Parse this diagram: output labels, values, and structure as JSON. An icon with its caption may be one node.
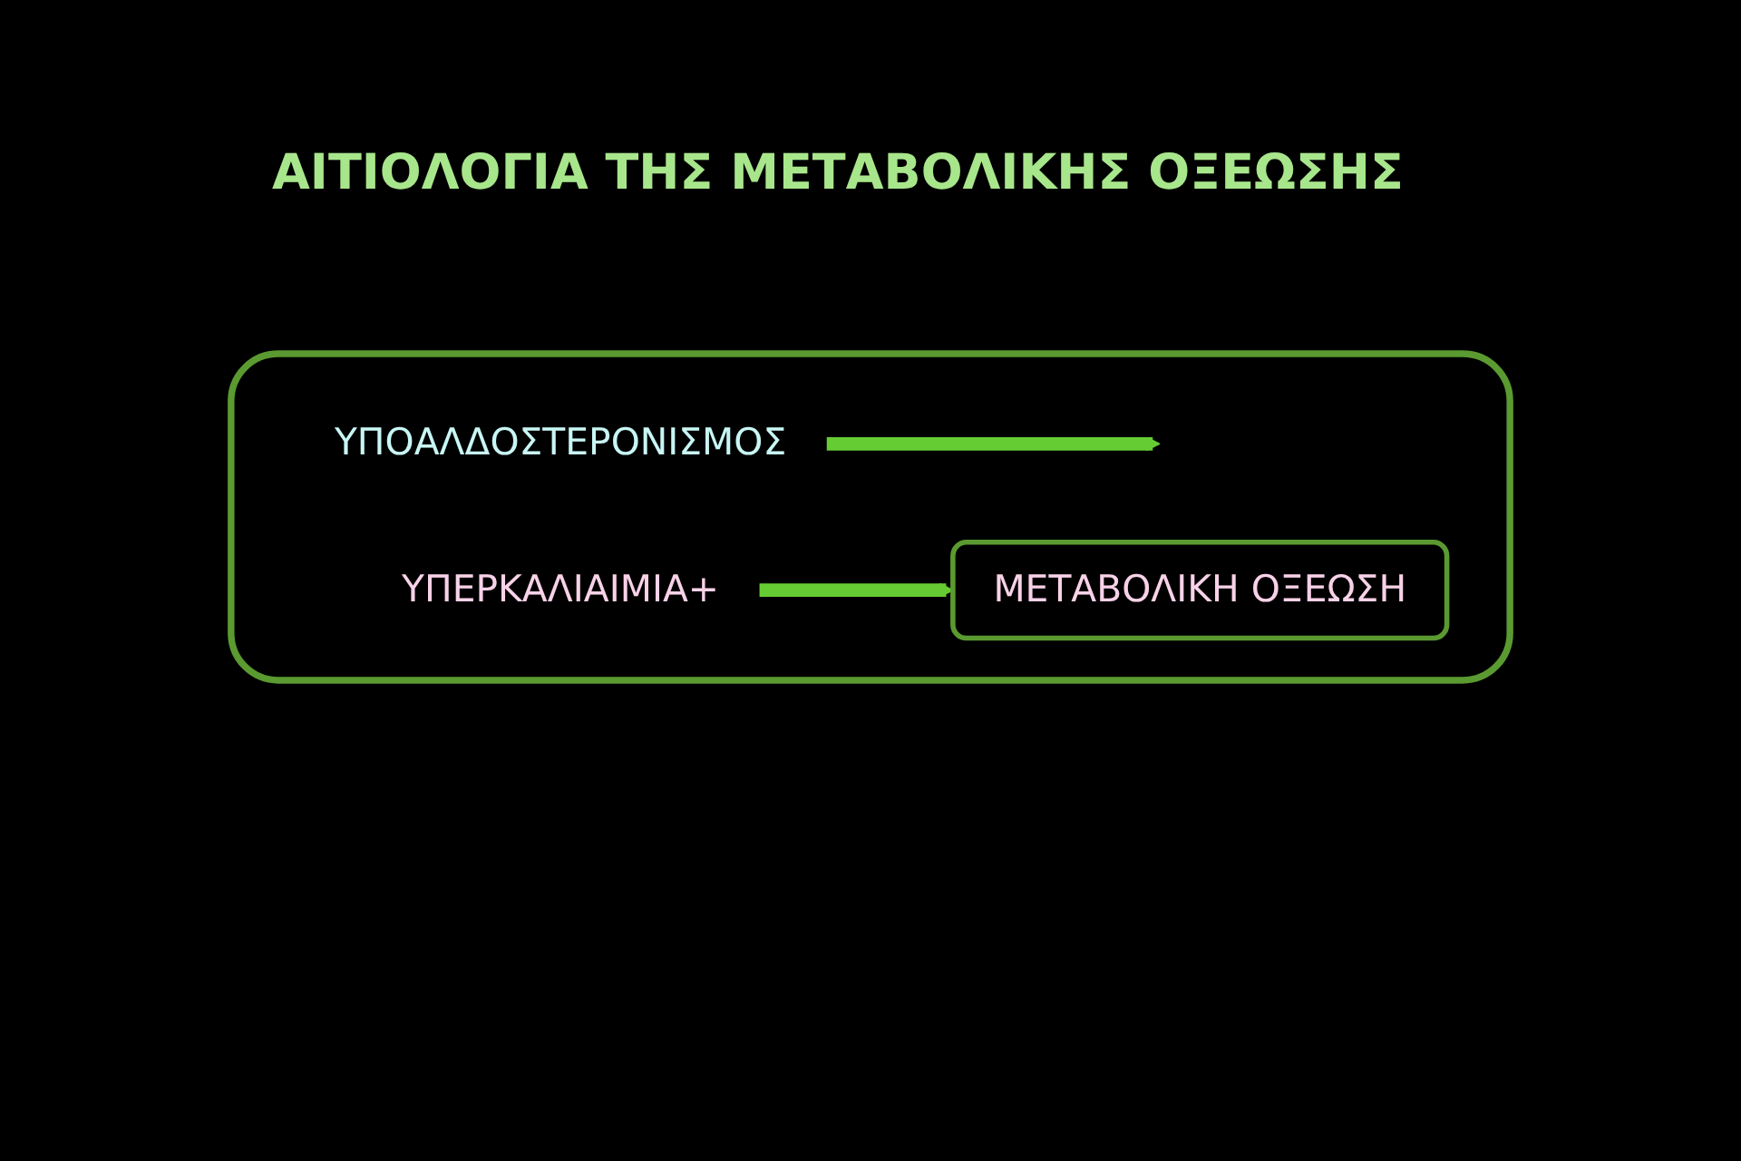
{
  "diagram": {
    "title": "ΑΙΤΙΟΛΟΓΙΑ ΤΗΣ ΜΕΤΑΒΟΛΙΚΗΣ ΟΞΕΩΣΗΣ",
    "nodes": [
      {
        "text": [],
        "shape": "box"
      },
      {
        "text": [
          "ΥΠΟΑΛΔΟΣΤΕΡΟΝΙΣΜΟΣ"
        ],
        "in": 0
      },
      {
        "text": [
          "ΥΠΕΡΚΑΛΙΑΙΜΙΑ+"
        ],
        "in": 0
      },
      {
        "text": [
          "ΜΕΤΑΒΟΛΙΚΗ ΟΞΕΩΣΗ"
        ],
        "in": 0
      }
    ],
    "edges": [
      {
        "from": 1,
        "to": null,
        "arrow": "to"
      },
      {
        "from": 2,
        "to": 3,
        "arrow": "to"
      }
    ]
  }
}
